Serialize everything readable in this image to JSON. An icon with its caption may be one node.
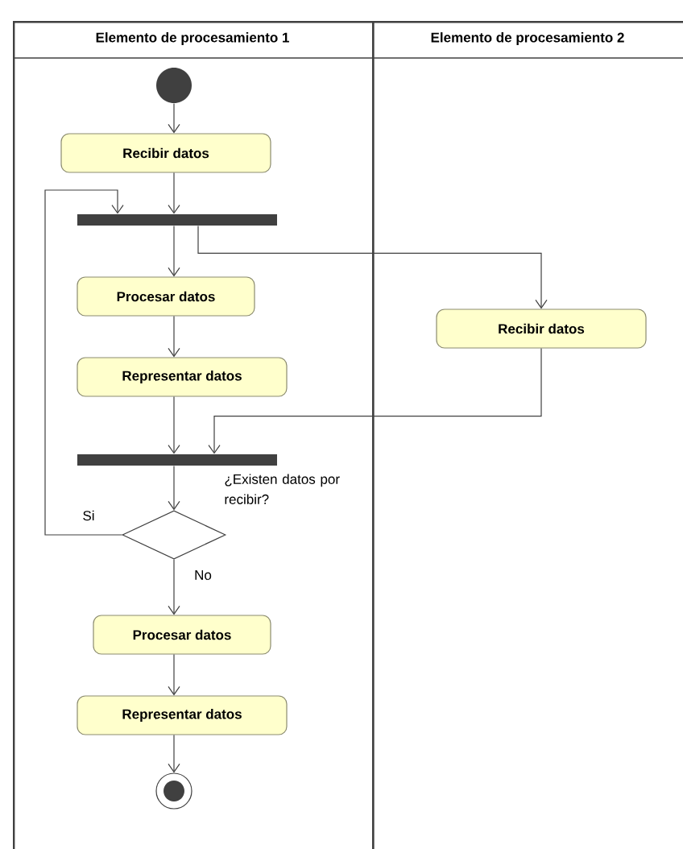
{
  "diagram": {
    "nodes": [
      {
        "text": [
          "Elemento de procesamiento 1"
        ]
      },
      {
        "text": [
          "Elemento de procesamiento 2"
        ]
      },
      {
        "text": [],
        "shape": "circle",
        "in": 0
      },
      {
        "text": [
          "Recibir datos"
        ],
        "in": 0
      },
      {
        "text": [],
        "shape": "bar",
        "in": 0
      },
      {
        "text": [
          "Procesar datos"
        ],
        "in": 0
      },
      {
        "text": [
          "Representar datos"
        ],
        "in": 0
      },
      {
        "text": [
          "Recibir datos"
        ],
        "in": 1
      },
      {
        "text": [],
        "shape": "bar",
        "in": 0
      },
      {
        "text": [],
        "shape": "diamond",
        "in": 0,
        "beside": [
          "¿Existen datos por recibir?"
        ]
      },
      {
        "text": [
          "Procesar datos"
        ],
        "in": 0
      },
      {
        "text": [
          "Representar datos"
        ],
        "in": 0
      },
      {
        "text": [],
        "shape": "circle",
        "in": 0
      }
    ],
    "edges": [
      {
        "from": 2,
        "to": 3,
        "arrow": "to"
      },
      {
        "from": 3,
        "to": 4,
        "arrow": "to"
      },
      {
        "from": 4,
        "to": 5,
        "arrow": "to"
      },
      {
        "from": 4,
        "to": 7,
        "arrow": "to"
      },
      {
        "from": 5,
        "to": 6,
        "arrow": "to"
      },
      {
        "from": 6,
        "to": 8,
        "arrow": "to"
      },
      {
        "from": 7,
        "to": 8,
        "arrow": "to"
      },
      {
        "from": 8,
        "to": 9,
        "arrow": "to"
      },
      {
        "from": 9,
        "to": 4,
        "arrow": "to",
        "label": "Si"
      },
      {
        "from": 9,
        "to": 10,
        "arrow": "to",
        "label": "No"
      },
      {
        "from": 10,
        "to": 11,
        "arrow": "to"
      },
      {
        "from": 11,
        "to": 12,
        "arrow": "to"
      }
    ]
  }
}
